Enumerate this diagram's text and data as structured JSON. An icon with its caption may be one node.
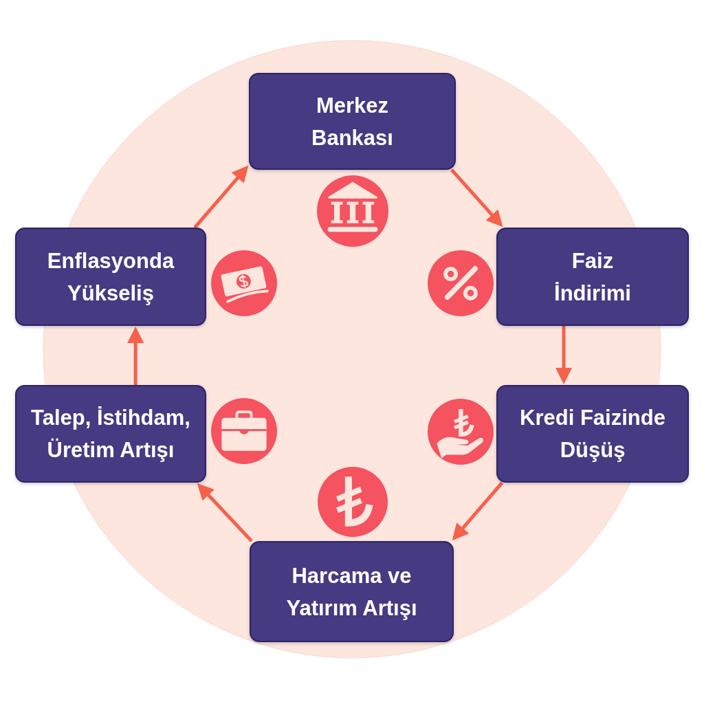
{
  "diagram": {
    "nodes": [
      {
        "text": [
          "Merkez Bankası"
        ]
      },
      {
        "text": [
          "Faiz İndirimi"
        ]
      },
      {
        "text": [
          "Kredi Faizinde Düşüş"
        ]
      },
      {
        "text": [
          "Harcama ve Yatırım Artışı"
        ]
      },
      {
        "text": [
          "Talep, İstihdam, Üretim Artışı"
        ]
      },
      {
        "text": [
          "Enflasyonda Yükseliş"
        ]
      }
    ],
    "edges": [
      {
        "from": 0,
        "to": 1,
        "arrow": "to"
      },
      {
        "from": 1,
        "to": 2,
        "arrow": "to"
      },
      {
        "from": 2,
        "to": 3,
        "arrow": "to"
      },
      {
        "from": 3,
        "to": 4,
        "arrow": "to"
      },
      {
        "from": 4,
        "to": 5,
        "arrow": "to"
      },
      {
        "from": 5,
        "to": 0,
        "arrow": "to"
      }
    ]
  }
}
